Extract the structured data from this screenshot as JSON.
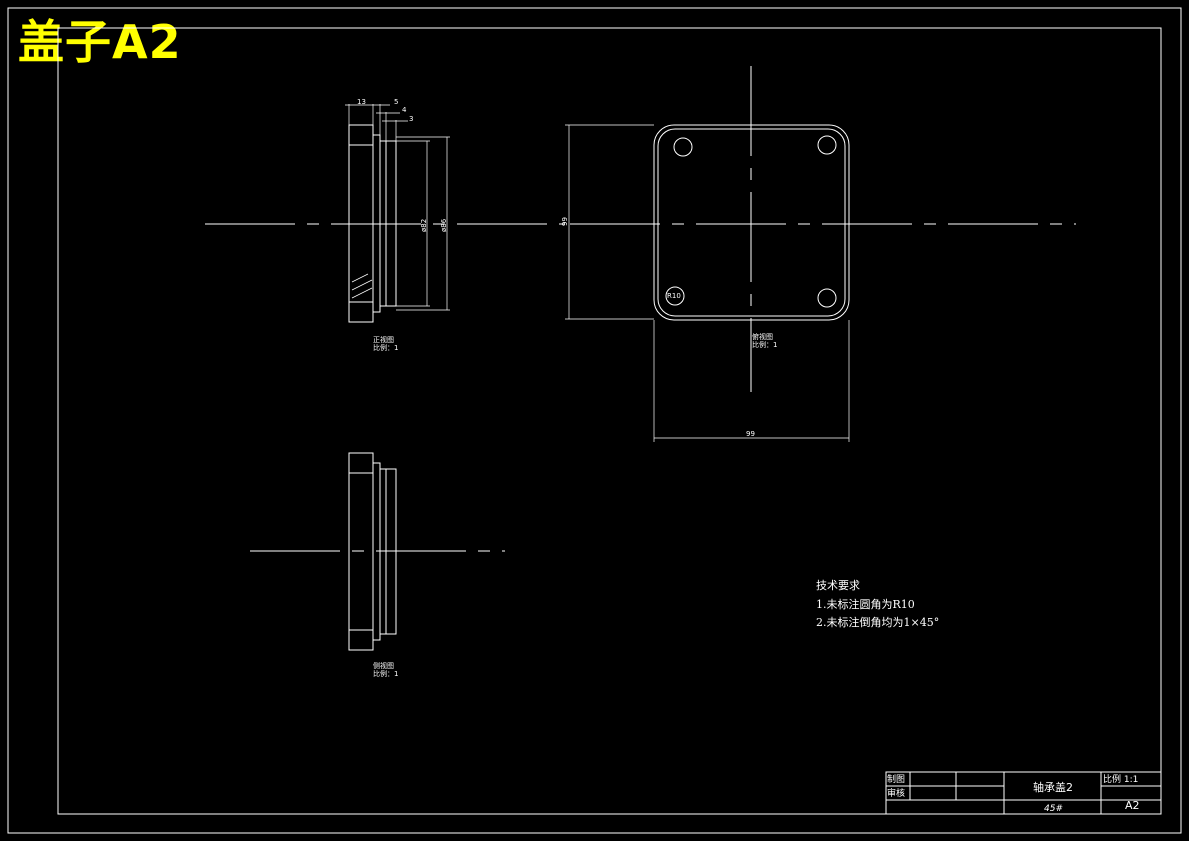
{
  "stamp_label": "盖子A2",
  "front_view": {
    "dims_top": [
      "13",
      "5",
      "4",
      "3"
    ],
    "dia_inner": "ø82",
    "dia_outer": "ø86",
    "caption_line1": "正视图",
    "caption_line2": "比例：1"
  },
  "top_view": {
    "dim_height": "99",
    "dim_width": "99",
    "radius_label": "R10",
    "caption_line1": "俯视图",
    "caption_line2": "比例：1"
  },
  "side_view": {
    "caption_line1": "侧视图",
    "caption_line2": "比例：1"
  },
  "tech_requirements": {
    "heading": "技术要求",
    "item1": "1.未标注圆角为R10",
    "item2": "2.未标注倒角均为1×45°"
  },
  "title_block": {
    "drawn_label": "制图",
    "review_label": "审核",
    "part_name": "轴承盖2",
    "material": "45#",
    "scale_label": "比例 1:1",
    "sheet": "A2"
  }
}
